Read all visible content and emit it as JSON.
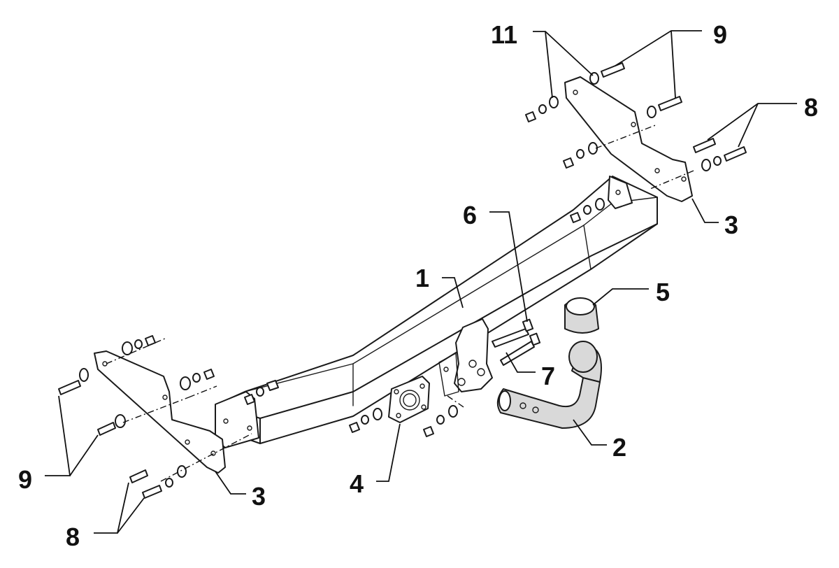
{
  "callouts": [
    {
      "id": "1",
      "text": "1"
    },
    {
      "id": "2",
      "text": "2"
    },
    {
      "id": "3a",
      "text": "3"
    },
    {
      "id": "3b",
      "text": "3"
    },
    {
      "id": "4",
      "text": "4"
    },
    {
      "id": "5",
      "text": "5"
    },
    {
      "id": "6",
      "text": "6"
    },
    {
      "id": "7",
      "text": "7"
    },
    {
      "id": "8a",
      "text": "8"
    },
    {
      "id": "8b",
      "text": "8"
    },
    {
      "id": "9a",
      "text": "9"
    },
    {
      "id": "9b",
      "text": "9"
    },
    {
      "id": "11",
      "text": "11"
    }
  ]
}
